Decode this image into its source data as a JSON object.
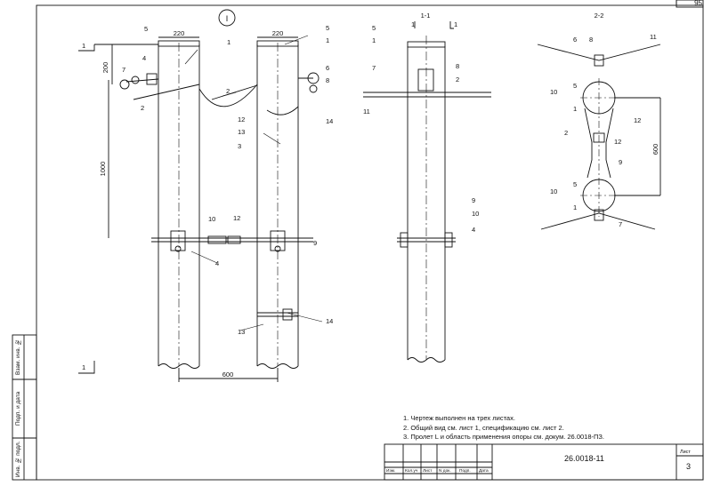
{
  "sheet_corner_number": "95",
  "view_labels": {
    "circle_mark": "I",
    "section_1": "1-1",
    "section_2": "2-2",
    "cut_mark": "1"
  },
  "dimensions": {
    "pole_width": "220",
    "top_offset": "200",
    "bracket_span": "1000",
    "pole_gap": "600",
    "ring_gap": "600"
  },
  "callouts": [
    "1",
    "2",
    "3",
    "4",
    "5",
    "6",
    "7",
    "8",
    "9",
    "10",
    "11",
    "12",
    "13",
    "14"
  ],
  "notes": [
    "1. Чертеж выполнен на трех листах.",
    "2. Общий вид см. лист 1, спецификацию см. лист 2.",
    "3. Пролет L и область применения опоры см. докум. 26.0018-ПЗ."
  ],
  "title_block": {
    "document_code": "26.0018-11",
    "sheet_label": "Лист",
    "sheet_number": "3",
    "columns": [
      "Изм.",
      "Кол.уч",
      "Лист",
      "N док.",
      "Подп.",
      "Дата"
    ]
  },
  "side_stamp": [
    "Инв. № подл.",
    "Подп. и дата",
    "Взам. инв. №"
  ]
}
